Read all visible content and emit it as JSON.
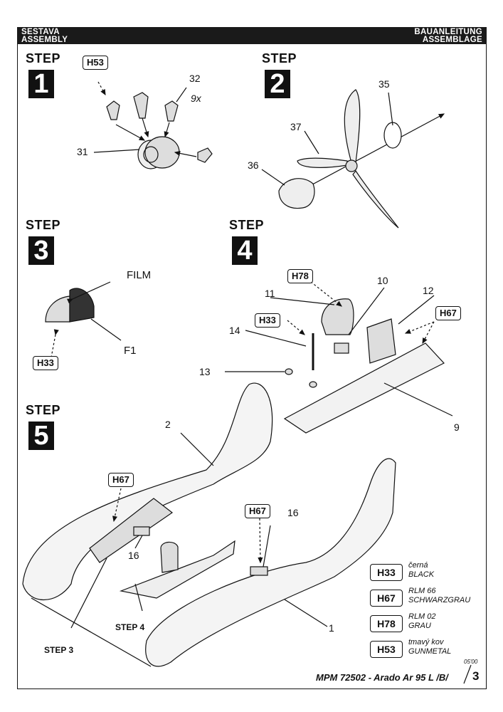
{
  "header": {
    "left_line1": "SESTAVA",
    "left_line2": "ASSEMBLY",
    "right_line1": "BAUANLEITUNG",
    "right_line2": "ASSEMBLAGE"
  },
  "steps": {
    "word": "STEP",
    "s1": "1",
    "s2": "2",
    "s3": "3",
    "s4": "4",
    "s5": "5"
  },
  "step1": {
    "tag": "H53",
    "part_32": "32",
    "qty": "9x",
    "part_31": "31"
  },
  "step2": {
    "part_35": "35",
    "part_37": "37",
    "part_36": "36"
  },
  "step3": {
    "film": "FILM",
    "f1": "F1",
    "tag": "H33"
  },
  "step4": {
    "tag_h78": "H78",
    "tag_h33": "H33",
    "tag_h67": "H67",
    "part_11": "11",
    "part_10": "10",
    "part_12": "12",
    "part_14": "14",
    "part_13": "13",
    "part_9": "9"
  },
  "step5": {
    "tag_h67_a": "H67",
    "tag_h67_b": "H67",
    "part_2": "2",
    "part_16_a": "16",
    "part_16_b": "16",
    "part_1": "1",
    "ref_step4": "STEP 4",
    "ref_step3": "STEP 3"
  },
  "legend": [
    {
      "code": "H33",
      "line1": "černá",
      "line2": "BLACK"
    },
    {
      "code": "H67",
      "line1": "RLM 66",
      "line2": "SCHWARZGRAU"
    },
    {
      "code": "H78",
      "line1": "RLM 02",
      "line2": "GRAU"
    },
    {
      "code": "H53",
      "line1": "tmavý kov",
      "line2": "GUNMETAL"
    }
  ],
  "footer": {
    "date": "05'00",
    "title": "MPM 72502 - Arado Ar 95 L /B/",
    "page": "3"
  }
}
